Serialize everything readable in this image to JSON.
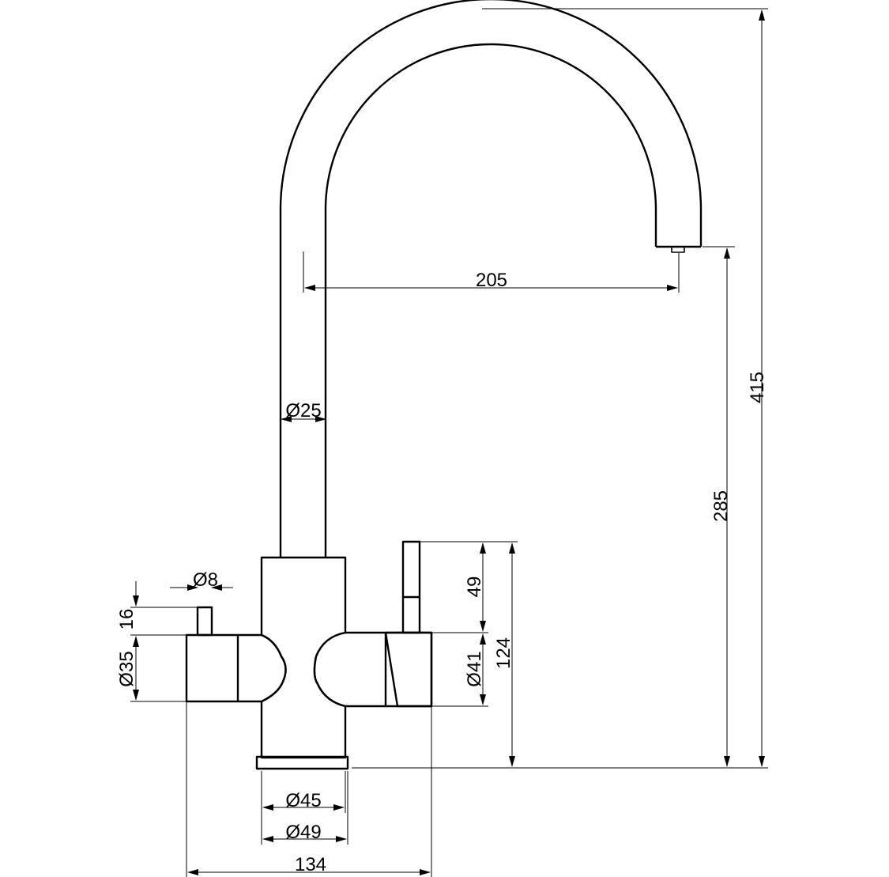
{
  "dimensions": {
    "spout_reach": "205",
    "total_height": "415",
    "spout_outlet_height": "285",
    "spout_diameter": "Ø25",
    "cold_lever_diameter": "Ø8",
    "cold_lever_height": "16",
    "cold_handle_diameter": "Ø35",
    "hot_lever_height": "49",
    "hot_handle_diameter": "Ø41",
    "body_height": "124",
    "base_diameter_inner": "Ø45",
    "base_diameter_outer": "Ø49",
    "overall_width": "134"
  }
}
